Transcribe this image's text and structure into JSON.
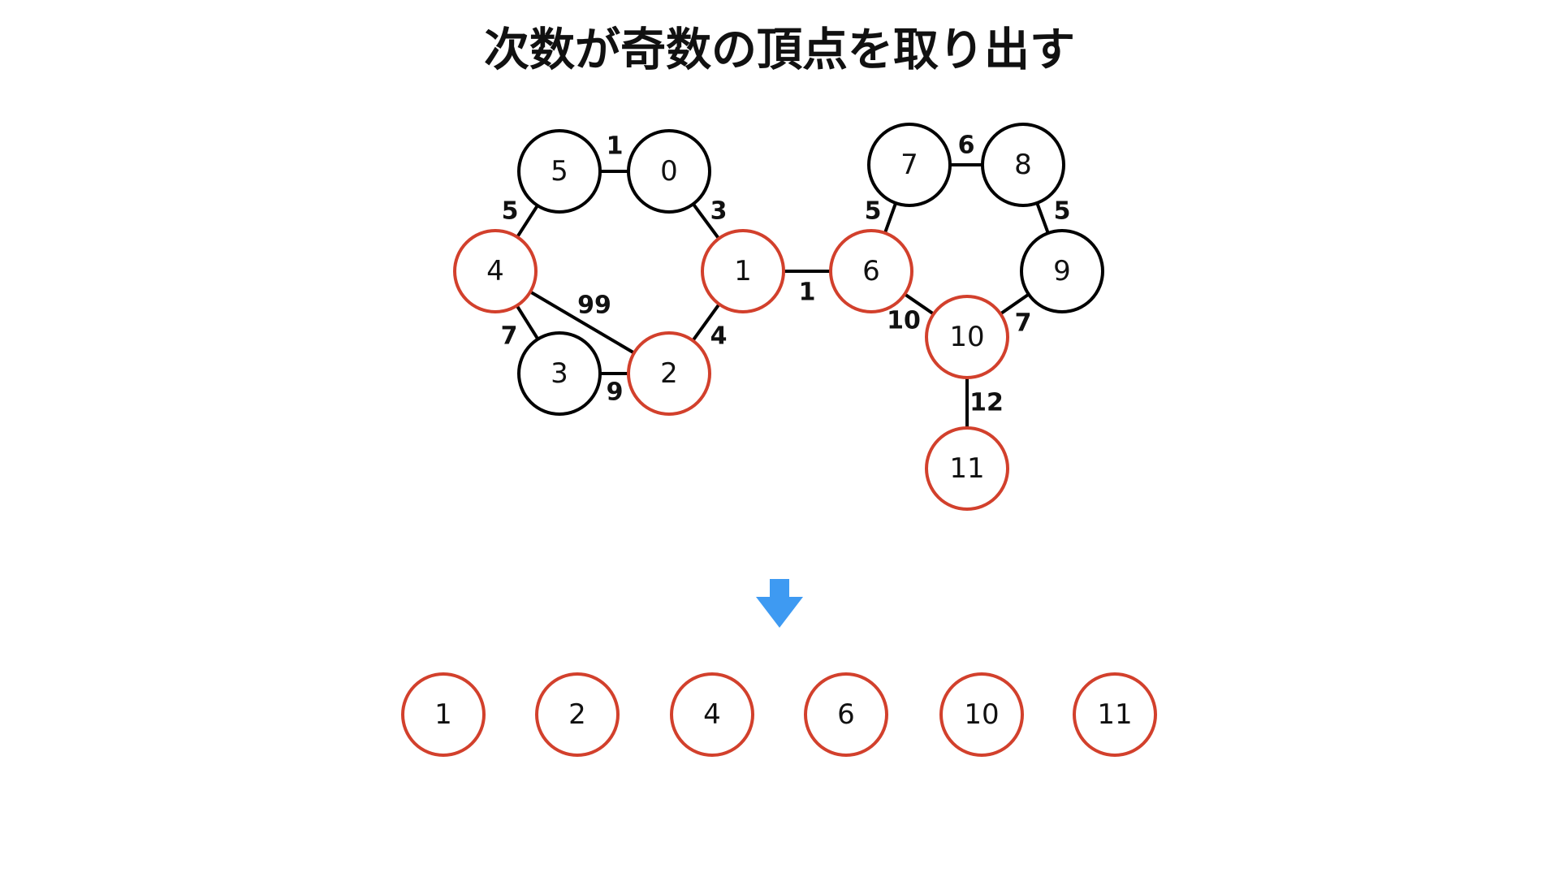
{
  "title": "次数が奇数の頂点を取り出す",
  "colors": {
    "highlight": "#d2402c",
    "normal": "#000000",
    "arrow": "#3e9af2",
    "background": "#ffffff"
  },
  "graph": {
    "nodes": [
      {
        "label": "0",
        "highlighted": false
      },
      {
        "label": "1",
        "highlighted": true
      },
      {
        "label": "2",
        "highlighted": true
      },
      {
        "label": "3",
        "highlighted": false
      },
      {
        "label": "4",
        "highlighted": true
      },
      {
        "label": "5",
        "highlighted": false
      },
      {
        "label": "6",
        "highlighted": true
      },
      {
        "label": "7",
        "highlighted": false
      },
      {
        "label": "8",
        "highlighted": false
      },
      {
        "label": "9",
        "highlighted": false
      },
      {
        "label": "10",
        "highlighted": true
      },
      {
        "label": "11",
        "highlighted": true
      }
    ],
    "edges": [
      {
        "from": 5,
        "to": 0,
        "weight": 1
      },
      {
        "from": 0,
        "to": 1,
        "weight": 3
      },
      {
        "from": 5,
        "to": 4,
        "weight": 5
      },
      {
        "from": 4,
        "to": 3,
        "weight": 7
      },
      {
        "from": 4,
        "to": 2,
        "weight": 99
      },
      {
        "from": 3,
        "to": 2,
        "weight": 9
      },
      {
        "from": 1,
        "to": 2,
        "weight": 4
      },
      {
        "from": 1,
        "to": 6,
        "weight": 1
      },
      {
        "from": 6,
        "to": 7,
        "weight": 5
      },
      {
        "from": 7,
        "to": 8,
        "weight": 6
      },
      {
        "from": 8,
        "to": 9,
        "weight": 5
      },
      {
        "from": 6,
        "to": 10,
        "weight": 10
      },
      {
        "from": 9,
        "to": 10,
        "weight": 7
      },
      {
        "from": 10,
        "to": 11,
        "weight": 12
      }
    ]
  },
  "arrow_icon": "arrow-down-icon",
  "result": {
    "nodes": [
      "1",
      "2",
      "4",
      "6",
      "10",
      "11"
    ]
  }
}
